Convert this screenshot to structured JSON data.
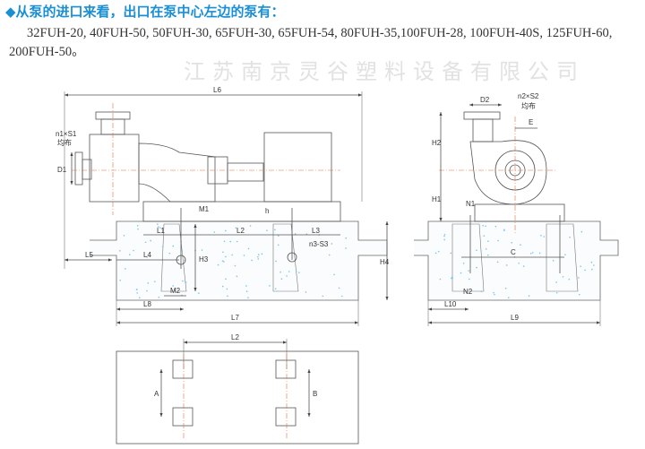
{
  "heading": "◆从泵的进口来看，出口在泵中心左边的泵有：",
  "models_text": "32FUH-20, 40FUH-50, 50FUH-30, 65FUH-30, 65FUH-54, 80FUH-35,100FUH-28, 100FUH-40S, 125FUH-60, 200FUH-50。",
  "watermark": "江苏南京灵谷塑料设备有限公司",
  "side_view": {
    "L6": "L6",
    "n1S1": "n1×S1",
    "jb1": "均布",
    "D1": "D1",
    "M1": "M1",
    "h": "h",
    "L1": "L1",
    "L2": "L2",
    "L3": "L3",
    "n3S3": "n3-S3",
    "L5": "L5",
    "L4": "L4",
    "H3": "H3",
    "H4": "H4",
    "M2": "M2",
    "L8": "L8",
    "L7": "L7"
  },
  "end_view": {
    "D2": "D2",
    "n2S2": "n2×S2",
    "jb2": "均布",
    "E": "E",
    "H2": "H2",
    "H1": "H1",
    "N1": "N1",
    "C": "C",
    "N2": "N2",
    "L10": "L10",
    "L9": "L9"
  },
  "plan_view": {
    "L2": "L2",
    "A": "A",
    "B": "B"
  }
}
